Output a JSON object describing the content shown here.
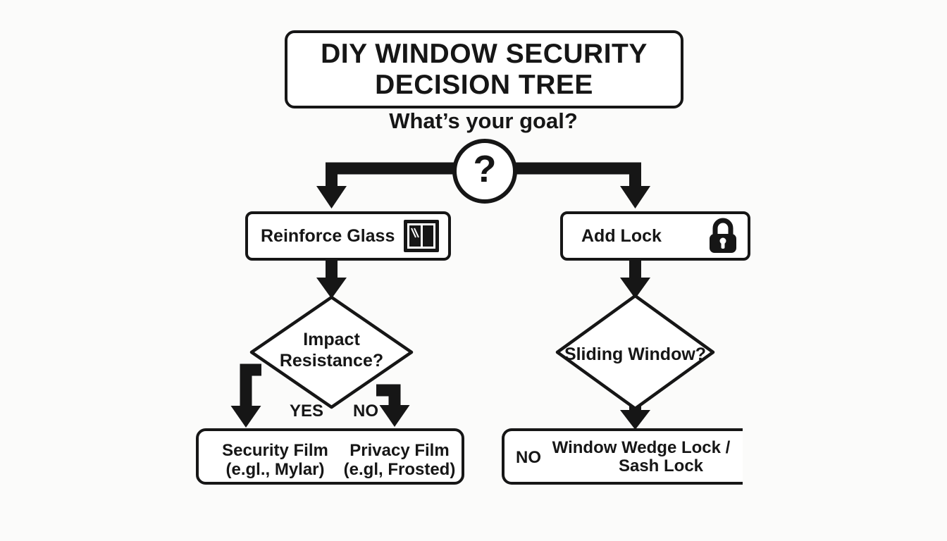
{
  "colors": {
    "ink": "#161616",
    "background": "#fbfbfa",
    "node_fill": "#ffffff"
  },
  "header": {
    "title_line1": "DIY WINDOW SECURITY",
    "title_line2": "DECISION TREE",
    "question": "What’s your goal?"
  },
  "root_node": {
    "symbol": "?"
  },
  "left_branch": {
    "action_label": "Reinforce Glass",
    "action_icon": "window-icon",
    "decision_line1": "Impact",
    "decision_line2": "Resistance?",
    "yes_label": "YES",
    "no_label": "NO",
    "yes_outcome_line1": "Security Film",
    "yes_outcome_line2": "(e.gl., Mylar)",
    "no_outcome_line1": "Privacy Film",
    "no_outcome_line2": "(e.gl, Frosted)"
  },
  "right_branch": {
    "action_label": "Add Lock",
    "action_icon": "lock-icon",
    "decision_label": "Sliding Window?",
    "no_label": "NO",
    "outcome_line1": "Window Wedge Lock /",
    "outcome_line2": "Sash Lock"
  }
}
